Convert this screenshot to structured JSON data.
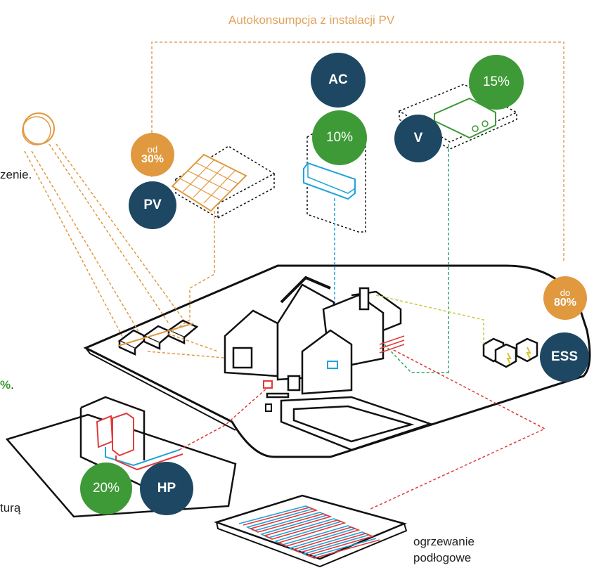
{
  "title": "Autokonsumpcja z instalacji PV",
  "badges": {
    "ac": "AC",
    "pv": "PV",
    "v": "V",
    "hp": "HP",
    "ess": "ESS",
    "pct_ac": "10%",
    "pct_v": "15%",
    "pct_hp": "20%",
    "pv_share": {
      "prefix": "od",
      "value": "30%"
    },
    "ess_share": {
      "prefix": "do",
      "value": "80%"
    }
  },
  "clipped_text": {
    "line1": "zenie.",
    "line2": "%",
    "line2_dot": ".",
    "line3": "turą"
  },
  "floor_heating": {
    "line1": "ogrzewanie",
    "line2": "podłogowe"
  },
  "colors": {
    "navy": "#1d4763",
    "green": "#3d9a36",
    "orange": "#e0993f",
    "title": "#e0a35c",
    "line_blue": "#1fa3d9",
    "line_green": "#2fa36d",
    "line_red": "#e03a3a",
    "line_yellow": "#c8c93a"
  }
}
